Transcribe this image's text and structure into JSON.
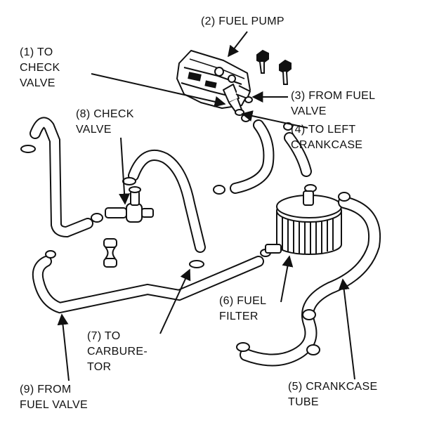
{
  "labels": {
    "fuel_pump": [
      "(2) FUEL PUMP"
    ],
    "to_check_valve": [
      "(1) TO",
      "CHECK",
      "VALVE"
    ],
    "from_fuel_valve_3": [
      "(3) FROM FUEL",
      "VALVE"
    ],
    "to_left_crankcase": [
      "(4) TO LEFT",
      "CRANKCASE"
    ],
    "check_valve": [
      "(8) CHECK",
      "VALVE"
    ],
    "fuel_filter": [
      "(6) FUEL",
      "FILTER"
    ],
    "to_carburetor": [
      "(7) TO",
      "CARBURE-",
      "TOR"
    ],
    "from_fuel_valve_9": [
      "(9) FROM",
      "FUEL VALVE"
    ],
    "crankcase_tube": [
      "(5) CRANKCASE",
      "TUBE"
    ]
  },
  "colors": {
    "ink": "#111111",
    "paper": "#ffffff"
  }
}
